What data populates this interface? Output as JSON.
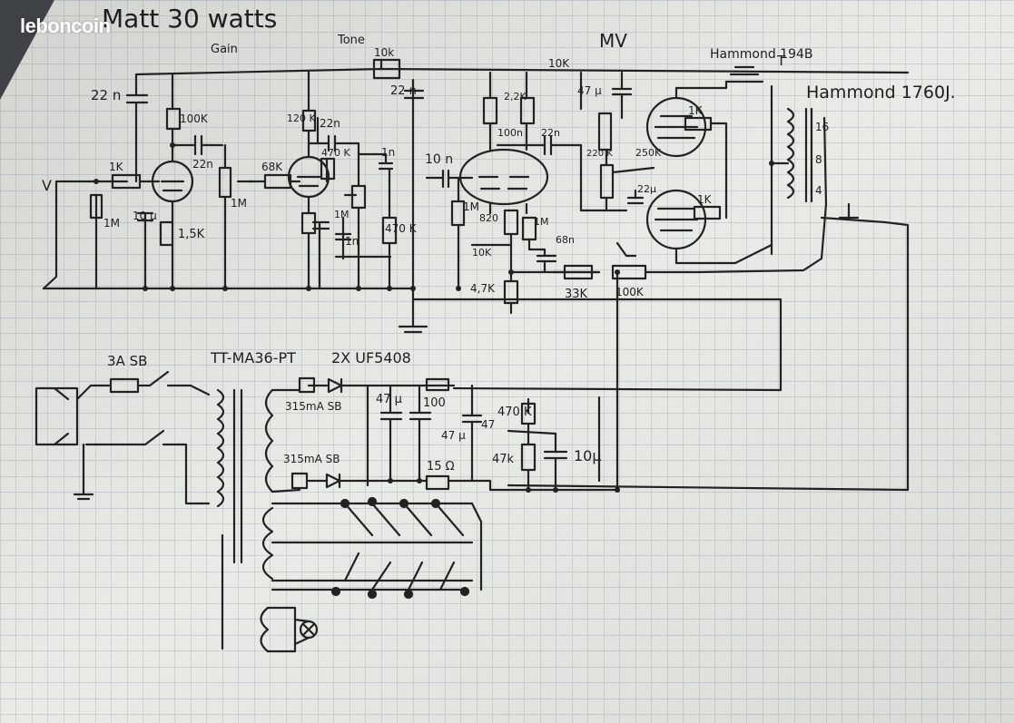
{
  "watermark": "leboncoin",
  "schematic": {
    "title": "Matt 30 watts",
    "labels": {
      "gain": "Gain",
      "tone": "Tone",
      "mv": "MV",
      "hammond_194b": "Hammond 194B",
      "hammond_1760j": "Hammond 1760J.",
      "t_label": "T",
      "in_jack": "V",
      "c_22n_coupling": "22 n",
      "r_1k_grid": "1K",
      "r_1m_input": "1M",
      "c_10u": "10 µ",
      "r_100k_plate": "100K",
      "c_22n_plate": "22n",
      "r_1k5": "1,5K",
      "pot_1m_gain": "1M",
      "r_68k": "68K",
      "r_120k": "120 K",
      "c_22n_tone": "22n",
      "r_470k_a": "470 K",
      "c_1n_tone": "1n",
      "pot_1m_tone": "1M",
      "c_1n_b": "1n",
      "r_470k_b": "470 K",
      "r_10k_a": "10k",
      "c_22n_b": "22 n",
      "c_10n": "10 n",
      "r_1m_b": "1M",
      "r_2k2": "2,2K",
      "c_100n": "100n",
      "c_22n_c": "22n",
      "r_1m_c": "1M",
      "r_820": "820",
      "r_10k_b": "10K",
      "r_47k": "4,7K",
      "c_68n": "68n",
      "r_10k_mv": "10K",
      "c_47u": "47 µ",
      "pot_250k": "250K",
      "r_220k": "220 K",
      "c_22u": "22µ",
      "r_1k_screen_a": "1K",
      "r_1k_screen_b": "1K",
      "r_33k": "33K",
      "r_100k_nfb": "100K",
      "tap_16": "16",
      "tap_8": "8",
      "tap_4": "4",
      "fuse_main": "3A SB",
      "pt": "TT-MA36-PT",
      "diodes": "2X UF5408",
      "fuse_sb_a": "315mA SB",
      "fuse_sb_b": "315mA SB",
      "c_47u_a": "47 µ",
      "c_100u": "100",
      "c_47u_b": "47 µ",
      "c_47u_c": "47",
      "r_470k_bleed": "470 K",
      "r_47k_psu": "47k",
      "c_10u_psu": "10µ",
      "r_15": "15 Ω"
    }
  }
}
